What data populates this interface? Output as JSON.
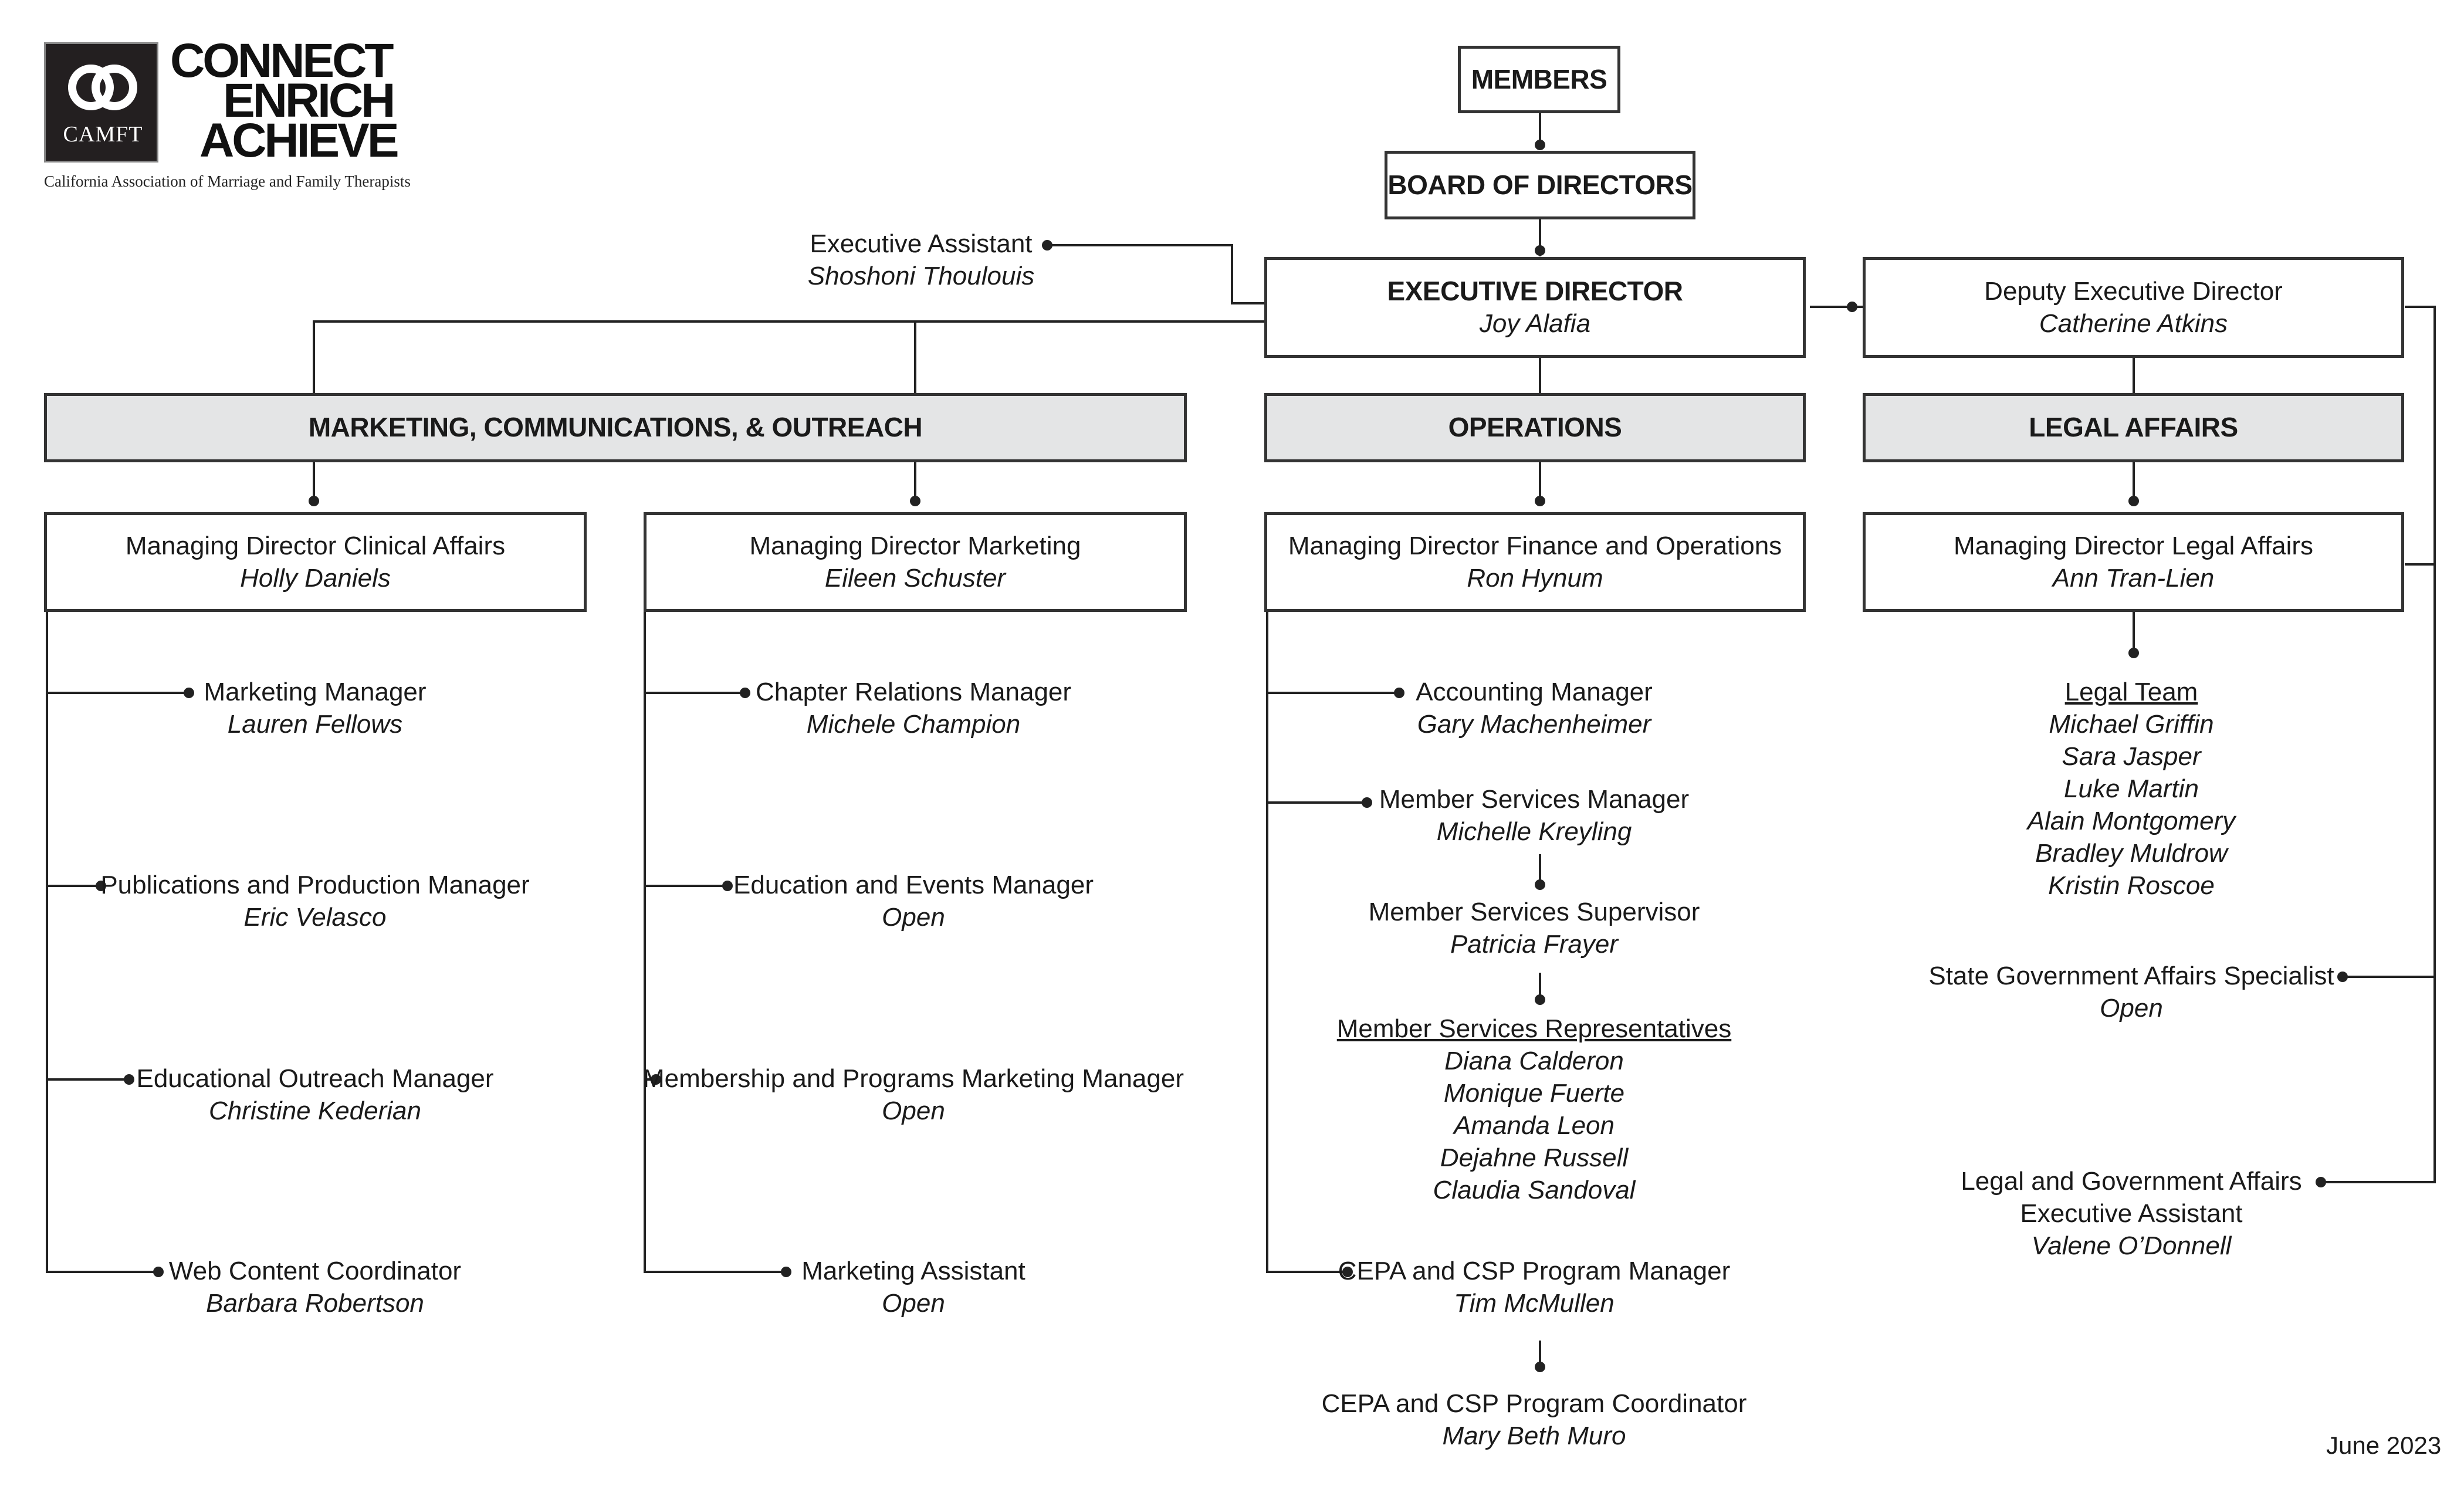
{
  "logo": {
    "abbr": "CAMFT",
    "tagline": [
      "CONNECT",
      "ENRICH",
      "ACHIEVE"
    ],
    "full_name": "California Association of Marriage and Family Therapists"
  },
  "boxes": {
    "members": {
      "title": "MEMBERS"
    },
    "board": {
      "title": "BOARD OF DIRECTORS"
    },
    "executive_director": {
      "title": "EXECUTIVE DIRECTOR",
      "name": "Joy Alafia"
    },
    "deputy_director": {
      "role": "Deputy Executive Director",
      "name": "Catherine Atkins"
    },
    "md_clinical": {
      "role": "Managing Director Clinical Affairs",
      "name": "Holly Daniels"
    },
    "md_marketing": {
      "role": "Managing Director Marketing",
      "name": "Eileen Schuster"
    },
    "md_finance": {
      "role": "Managing Director Finance and Operations",
      "name": "Ron Hynum"
    },
    "md_legal": {
      "role": "Managing Director Legal Affairs",
      "name": "Ann Tran-Lien"
    }
  },
  "departments": {
    "marketing": "MARKETING, COMMUNICATIONS, & OUTREACH",
    "operations": "OPERATIONS",
    "legal": "LEGAL AFFAIRS"
  },
  "executive_assistant": {
    "role": "Executive Assistant",
    "name": "Shoshoni Thoulouis"
  },
  "clinical_staff": [
    {
      "role": "Marketing Manager",
      "name": "Lauren Fellows"
    },
    {
      "role": "Publications and Production Manager",
      "name": "Eric Velasco"
    },
    {
      "role": "Educational Outreach Manager",
      "name": "Christine Kederian"
    },
    {
      "role": "Web Content Coordinator",
      "name": "Barbara Robertson"
    }
  ],
  "marketing_staff": [
    {
      "role": "Chapter Relations Manager",
      "name": "Michele Champion"
    },
    {
      "role": "Education and Events Manager",
      "name": "Open"
    },
    {
      "role": "Membership and Programs Marketing Manager",
      "name": "Open"
    },
    {
      "role": "Marketing Assistant",
      "name": "Open"
    }
  ],
  "operations_staff": {
    "accounting": {
      "role": "Accounting Manager",
      "name": "Gary Machenheimer"
    },
    "member_services_manager": {
      "role": "Member Services Manager",
      "name": "Michelle Kreyling"
    },
    "member_services_supervisor": {
      "role": "Member Services Supervisor",
      "name": "Patricia Frayer"
    },
    "representatives": {
      "heading": "Member Services Representatives",
      "names": [
        "Diana Calderon",
        "Monique Fuerte",
        "Amanda Leon",
        "Dejahne Russell",
        "Claudia Sandoval"
      ]
    },
    "cepa_manager": {
      "role": "CEPA and CSP Program Manager",
      "name": "Tim McMullen"
    },
    "cepa_coordinator": {
      "role": "CEPA and CSP Program Coordinator",
      "name": "Mary Beth Muro"
    }
  },
  "legal_staff": {
    "team": {
      "heading": "Legal Team",
      "names": [
        "Michael Griffin",
        "Sara Jasper",
        "Luke Martin",
        "Alain Montgomery",
        "Bradley Muldrow",
        "Kristin Roscoe"
      ]
    },
    "state_gov": {
      "role": "State Government Affairs Specialist",
      "name": "Open"
    },
    "gov_assistant": {
      "role_line1": "Legal and Government Affairs",
      "role_line2": "Executive Assistant",
      "name": "Valene O’Donnell"
    }
  },
  "date": "June 2023"
}
